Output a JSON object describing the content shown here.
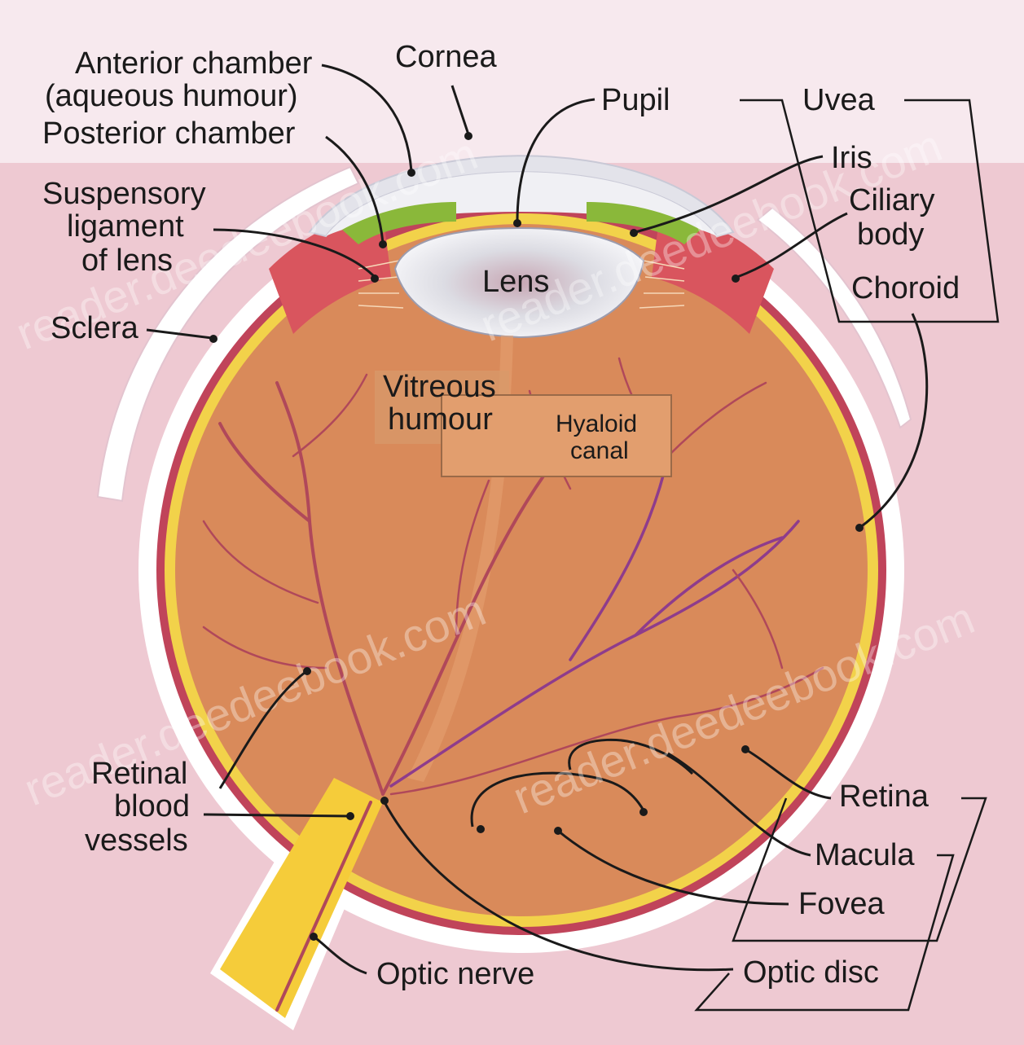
{
  "labels": {
    "anterior_chamber_1": "Anterior chamber",
    "anterior_chamber_2": "(aqueous humour)",
    "cornea": "Cornea",
    "pupil": "Pupil",
    "uvea": "Uvea",
    "posterior_chamber": "Posterior chamber",
    "iris": "Iris",
    "suspensory_1": "Suspensory",
    "suspensory_2": "ligament",
    "suspensory_3": "of lens",
    "ciliary_1": "Ciliary",
    "ciliary_2": "body",
    "lens": "Lens",
    "choroid": "Choroid",
    "sclera": "Sclera",
    "vitreous_1": "Vitreous",
    "vitreous_2": "humour",
    "hyaloid_1": "Hyaloid",
    "hyaloid_2": "canal",
    "retinal_1": "Retinal",
    "retinal_2": "blood",
    "retinal_3": "vessels",
    "retina": "Retina",
    "macula": "Macula",
    "fovea": "Fovea",
    "optic_nerve": "Optic nerve",
    "optic_disc": "Optic disc"
  },
  "watermark": "reader.deedeebook.com",
  "colors": {
    "background": "#eec9d2",
    "sclera": "#ffffff",
    "vitreous": "#d98a5a",
    "retina": "#f2d24a",
    "choroid": "#c0445a",
    "ciliary": "#d9555e",
    "iris": "#8ab83a",
    "cornea": "#e3e3ea",
    "lens": "#ededf2",
    "optic_nerve": "#f5cc3a",
    "vessel": "#b0485a"
  }
}
